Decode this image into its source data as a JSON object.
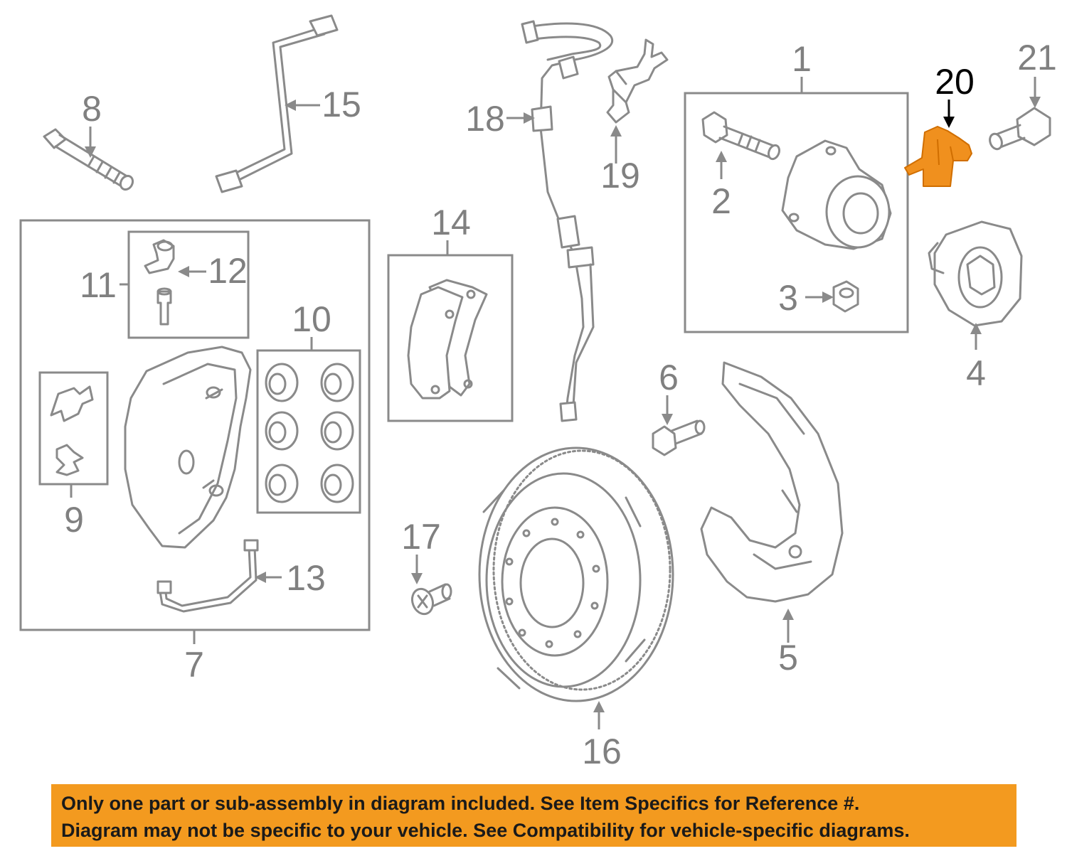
{
  "diagram": {
    "callouts": [
      {
        "id": "1",
        "label": "1"
      },
      {
        "id": "2",
        "label": "2"
      },
      {
        "id": "3",
        "label": "3"
      },
      {
        "id": "4",
        "label": "4"
      },
      {
        "id": "5",
        "label": "5"
      },
      {
        "id": "6",
        "label": "6"
      },
      {
        "id": "7",
        "label": "7"
      },
      {
        "id": "8",
        "label": "8"
      },
      {
        "id": "9",
        "label": "9"
      },
      {
        "id": "10",
        "label": "10"
      },
      {
        "id": "11",
        "label": "11"
      },
      {
        "id": "12",
        "label": "12"
      },
      {
        "id": "13",
        "label": "13"
      },
      {
        "id": "14",
        "label": "14"
      },
      {
        "id": "15",
        "label": "15"
      },
      {
        "id": "16",
        "label": "16"
      },
      {
        "id": "17",
        "label": "17"
      },
      {
        "id": "18",
        "label": "18"
      },
      {
        "id": "19",
        "label": "19"
      },
      {
        "id": "20",
        "label": "20"
      },
      {
        "id": "21",
        "label": "21"
      }
    ],
    "highlighted_part": "20",
    "highlight_color": "#f0901e",
    "line_color": "#8a8a8a"
  },
  "notice": {
    "line1": "Only one part or sub-assembly in diagram included. See Item Specifics for Reference #.",
    "line2": "Diagram may not be specific to your vehicle. See Compatibility for vehicle-specific diagrams.",
    "background": "#f39a1f"
  }
}
